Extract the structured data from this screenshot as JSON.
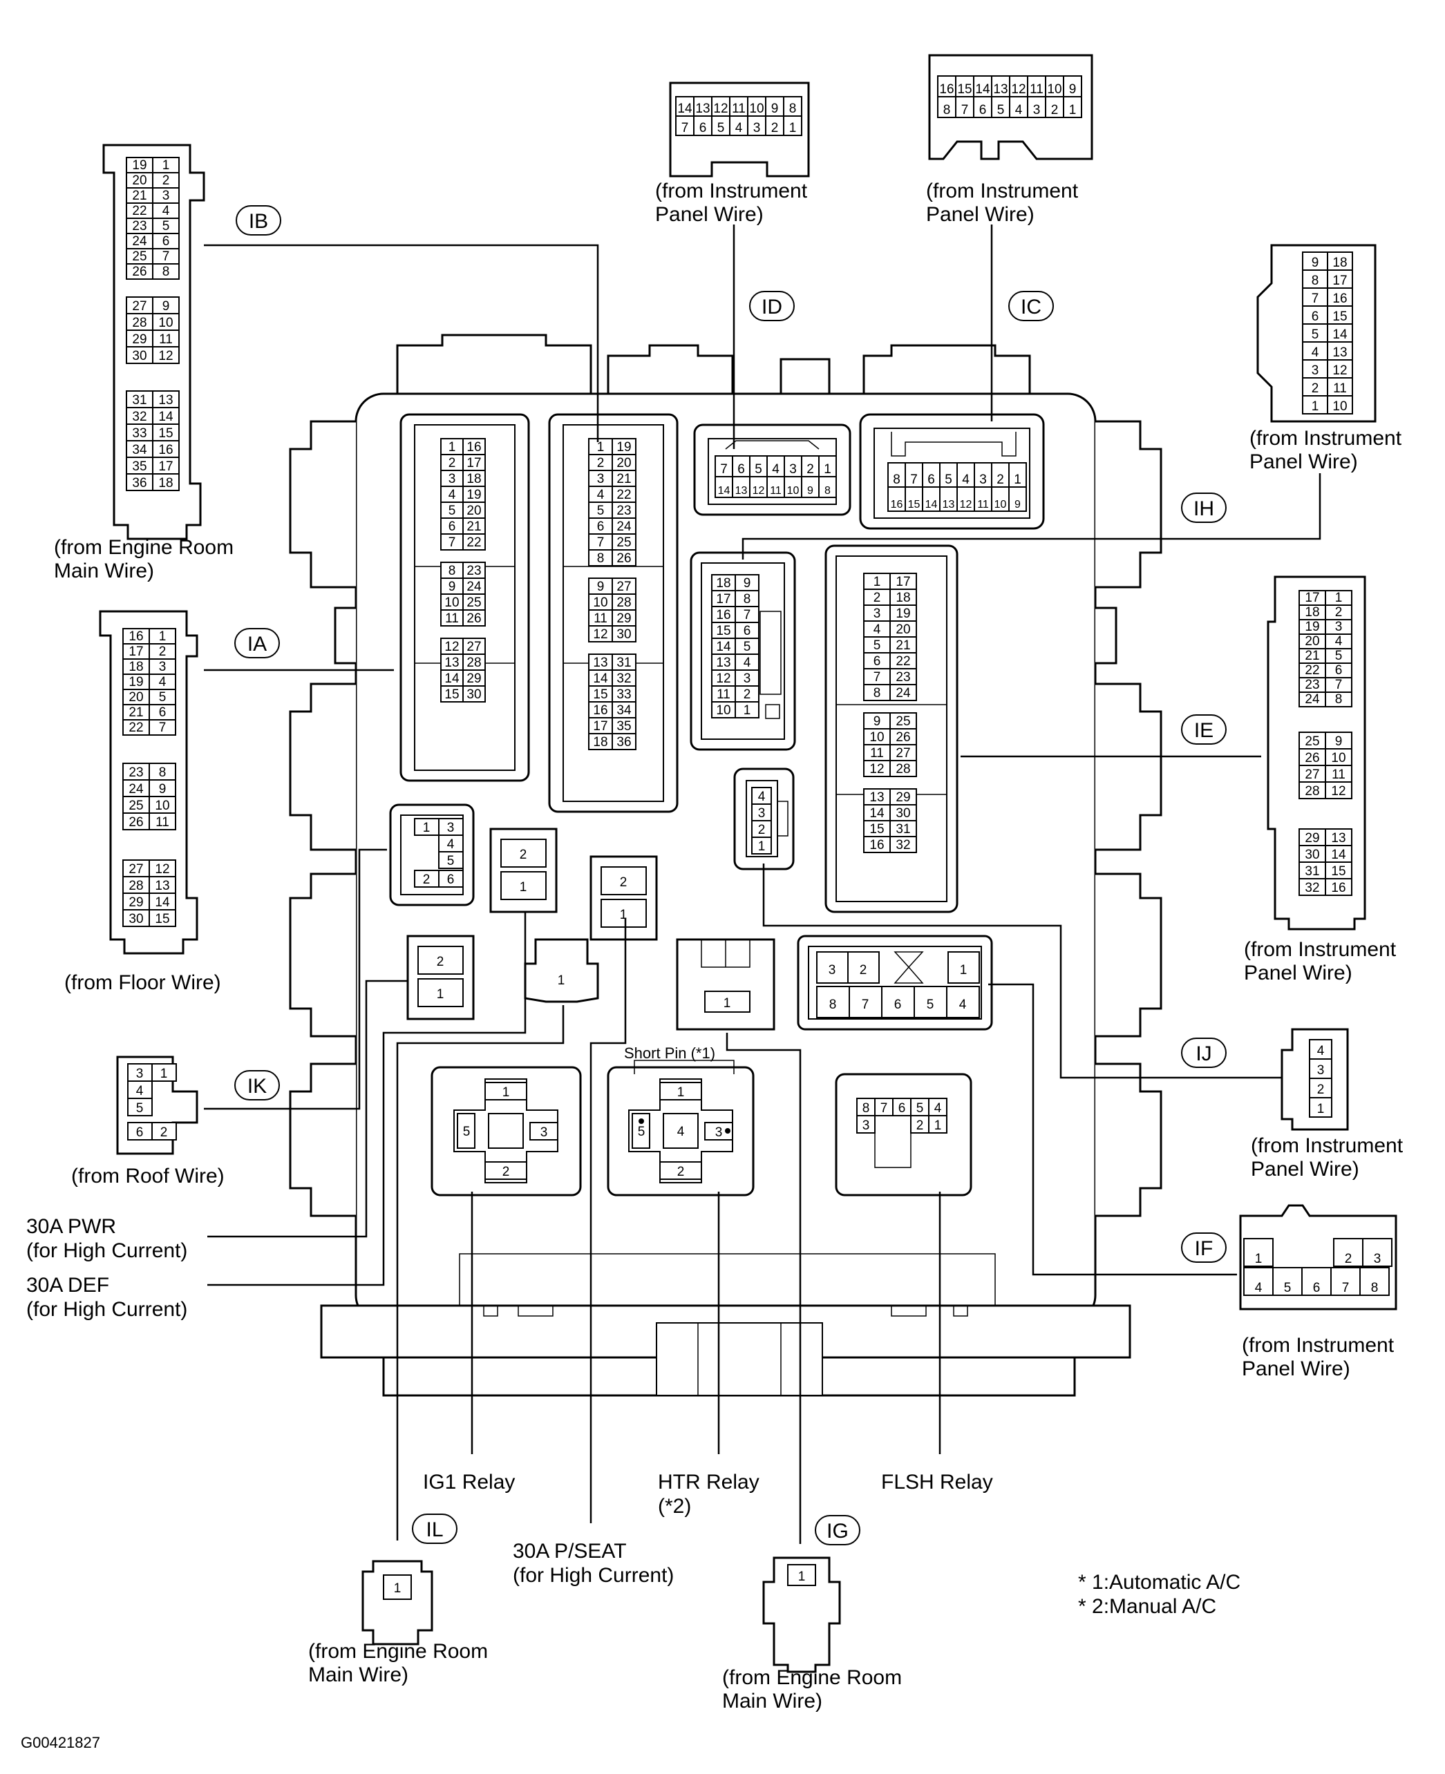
{
  "figure_id": "G00421827",
  "footnotes": [
    "* 1:Automatic A/C",
    "* 2:Manual A/C"
  ],
  "connectors": {
    "IA": {
      "label": "IA",
      "source": "(from Floor Wire)",
      "pins_left": [
        "16",
        "17",
        "18",
        "19",
        "20",
        "21",
        "22",
        "23",
        "24",
        "25",
        "26",
        "27",
        "28",
        "29",
        "30"
      ],
      "pins_right": [
        "1",
        "2",
        "3",
        "4",
        "5",
        "6",
        "7",
        "8",
        "9",
        "10",
        "11",
        "12",
        "13",
        "14",
        "15"
      ]
    },
    "IB": {
      "label": "IB",
      "source": [
        "(from Engine Room",
        "Main Wire)"
      ],
      "pins_left": [
        "19",
        "20",
        "21",
        "22",
        "23",
        "24",
        "25",
        "26",
        "27",
        "28",
        "29",
        "30",
        "31",
        "32",
        "33",
        "34",
        "35",
        "36"
      ],
      "pins_right": [
        "1",
        "2",
        "3",
        "4",
        "5",
        "6",
        "7",
        "8",
        "9",
        "10",
        "11",
        "12",
        "13",
        "14",
        "15",
        "16",
        "17",
        "18"
      ]
    },
    "IC": {
      "label": "IC",
      "source": [
        "(from Instrument",
        "Panel Wire)"
      ],
      "pins_top": [
        "16",
        "15",
        "14",
        "13",
        "12",
        "11",
        "10",
        "9"
      ],
      "pins_bottom": [
        "8",
        "7",
        "6",
        "5",
        "4",
        "3",
        "2",
        "1"
      ]
    },
    "ID": {
      "label": "ID",
      "source": [
        "(from Instrument",
        "Panel Wire)"
      ],
      "pins_top": [
        "14",
        "13",
        "12",
        "11",
        "10",
        "9",
        "8"
      ],
      "pins_bottom": [
        "7",
        "6",
        "5",
        "4",
        "3",
        "2",
        "1"
      ]
    },
    "IE": {
      "label": "IE",
      "source": [
        "(from Instrument",
        "Panel Wire)"
      ],
      "pins_left": [
        "17",
        "18",
        "19",
        "20",
        "21",
        "22",
        "23",
        "24",
        "25",
        "26",
        "27",
        "28",
        "29",
        "30",
        "31",
        "32"
      ],
      "pins_right": [
        "1",
        "2",
        "3",
        "4",
        "5",
        "6",
        "7",
        "8",
        "9",
        "10",
        "11",
        "12",
        "13",
        "14",
        "15",
        "16"
      ]
    },
    "IF": {
      "label": "IF",
      "source": [
        "(from Instrument",
        "Panel Wire)"
      ],
      "pins_top": [
        "1",
        "2",
        "3"
      ],
      "pins_bottom": [
        "4",
        "5",
        "6",
        "7",
        "8"
      ]
    },
    "IG": {
      "label": "IG",
      "source": [
        "(from Engine Room",
        "Main Wire)"
      ],
      "pins": [
        "1"
      ]
    },
    "IH": {
      "label": "IH",
      "source": [
        "(from Instrument",
        "Panel Wire)"
      ],
      "pins_left": [
        "9",
        "8",
        "7",
        "6",
        "5",
        "4",
        "3",
        "2",
        "1"
      ],
      "pins_right": [
        "18",
        "17",
        "16",
        "15",
        "14",
        "13",
        "12",
        "11",
        "10"
      ]
    },
    "IJ": {
      "label": "IJ",
      "source": [
        "(from Instrument",
        "Panel Wire)"
      ],
      "pins": [
        "4",
        "3",
        "2",
        "1"
      ]
    },
    "IK": {
      "label": "IK",
      "source": "(from Roof Wire)",
      "pins": [
        "3",
        "1",
        "4",
        "5",
        "6",
        "2"
      ]
    },
    "IL": {
      "label": "IL",
      "source": [
        "(from Engine Room",
        "Main Wire)"
      ],
      "pins": [
        "1"
      ]
    }
  },
  "callouts": {
    "pwr": [
      "30A PWR",
      "(for High Current)"
    ],
    "def": [
      "30A DEF",
      "(for High Current)"
    ],
    "pseat": [
      "30A P/SEAT",
      "(for High Current)"
    ],
    "ig1": "IG1 Relay",
    "htr": [
      "HTR Relay",
      "(*2)"
    ],
    "flsh": "FLSH Relay",
    "short_pin": "Short Pin (*1)"
  },
  "relays": {
    "ig1_pins": [
      "1",
      "5",
      "3",
      "2"
    ],
    "htr_pins": [
      "1",
      "5",
      "4",
      "3",
      "2"
    ],
    "flsh_pins_top": [
      "8",
      "7",
      "6",
      "5",
      "4"
    ],
    "flsh_pins_bottom": [
      "3",
      "2",
      "1"
    ]
  },
  "fuse_pins": [
    "2",
    "1"
  ]
}
